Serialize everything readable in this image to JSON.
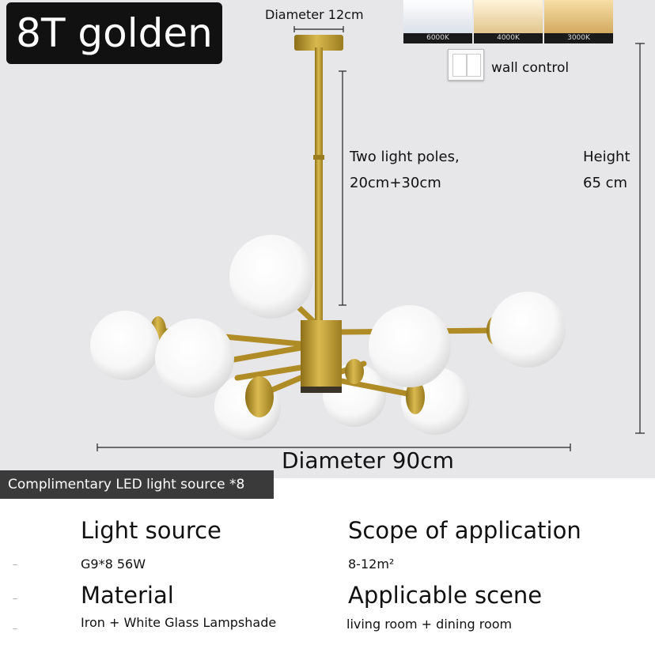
{
  "badge": {
    "title": "8T golden"
  },
  "dimensions": {
    "canopy_diameter": "Diameter 12cm",
    "light_poles_line1": "Two light poles,",
    "light_poles_line2": "20cm+30cm",
    "height_label": "Height",
    "height_value": "65 cm",
    "overall_diameter": "Diameter 90cm"
  },
  "color_temperatures": [
    {
      "label": "6000K",
      "color": "#e9eef3"
    },
    {
      "label": "4000K",
      "color": "#f3dfb3"
    },
    {
      "label": "3000K",
      "color": "#eccb86"
    }
  ],
  "wall_control": {
    "label": "wall control"
  },
  "footer_badge": {
    "text": "Complimentary LED light source *8"
  },
  "specs": {
    "light_source": {
      "heading": "Light source",
      "value": "G9*8 56W"
    },
    "scope": {
      "heading": "Scope of application",
      "value": "8-12m²"
    },
    "material": {
      "heading": "Material",
      "value": "Iron + White Glass Lampshade"
    },
    "scene": {
      "heading": "Applicable scene",
      "value": "living room + dining room"
    }
  },
  "colors": {
    "brass": "#b8972e",
    "globe": "#ffffff",
    "background": "#e7e7e9"
  }
}
